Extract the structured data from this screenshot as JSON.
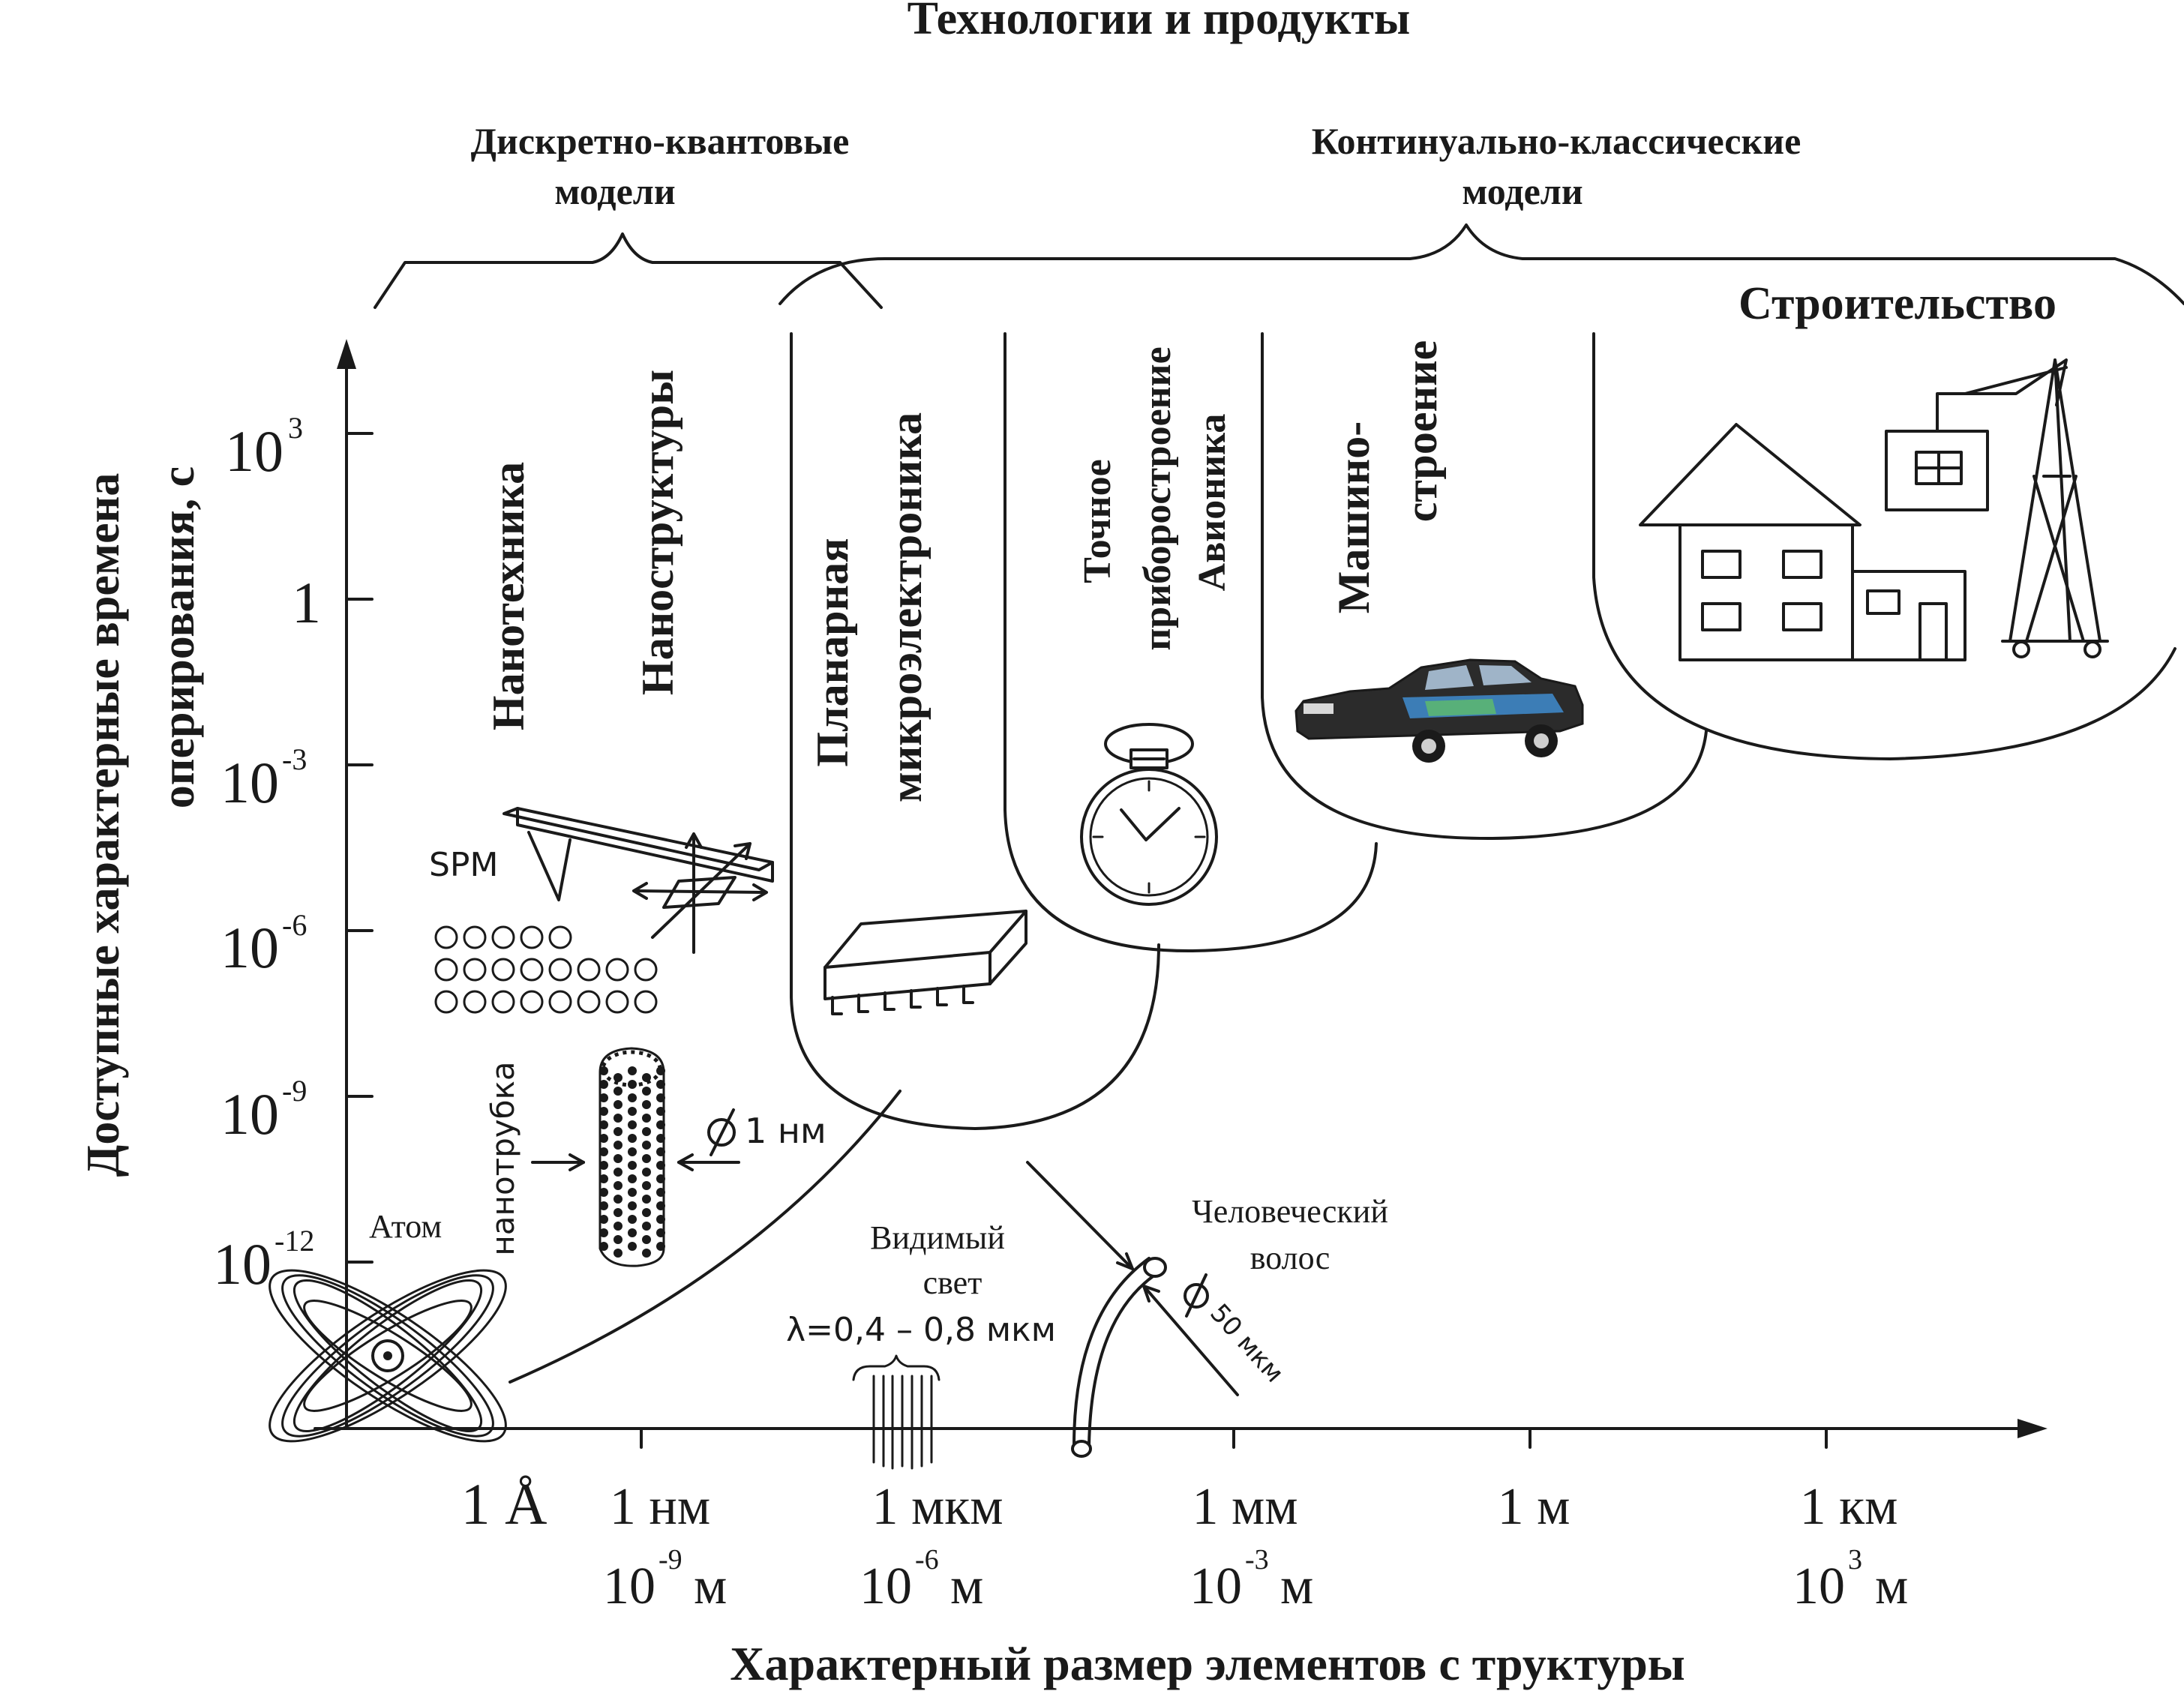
{
  "title": "Технологии и продукты",
  "groups": {
    "quantum": [
      "Дискретно-квантовые",
      "модели"
    ],
    "classical": [
      "Континуально-классические",
      "модели"
    ]
  },
  "y_axis": {
    "label_line1": "Доступные  характерные времена",
    "label_line2": "оперирования, с",
    "ticks": [
      {
        "base": "10",
        "exp": "3"
      },
      {
        "base": "1",
        "exp": ""
      },
      {
        "base": "10",
        "exp": "-3"
      },
      {
        "base": "10",
        "exp": "-6"
      },
      {
        "base": "10",
        "exp": "-9"
      },
      {
        "base": "10",
        "exp": "-12"
      }
    ]
  },
  "x_axis": {
    "label": "Характерный  размер  элементов с труктуры",
    "ticks": [
      {
        "name": "1 Å",
        "base": "",
        "exp": "",
        "unit": ""
      },
      {
        "name": "1 нм",
        "base": "10",
        "exp": "-9",
        "unit": "м"
      },
      {
        "name": "1 мкм",
        "base": "10",
        "exp": "-6",
        "unit": "м"
      },
      {
        "name": "1 мм",
        "base": "10",
        "exp": "-3",
        "unit": "м"
      },
      {
        "name": "1 м",
        "base": "",
        "exp": "",
        "unit": ""
      },
      {
        "name": "1 км",
        "base": "10",
        "exp": "3",
        "unit": "м"
      }
    ]
  },
  "regions": {
    "nanotech": "Нанотехника",
    "nanostruct": "Наноструктуры",
    "planar_1": "Планарная",
    "planar_2": "микроэлектроника",
    "precision_1": "Точное",
    "precision_2": "приборостроение",
    "precision_3": "Авионика",
    "mech_1": "Машино-",
    "mech_2": "строение",
    "construction": "Строительство"
  },
  "annotations": {
    "spm": "SPM",
    "nanotube": "нанотрубка",
    "diameter_nm": "1 нм",
    "atom": "Атом",
    "visible_1": "Видимый",
    "visible_2": "свет",
    "wavelength": "λ=0,4 – 0,8 мкм",
    "hair_1": "Человеческий",
    "hair_2": "волос",
    "hair_d": "50 мкм"
  }
}
